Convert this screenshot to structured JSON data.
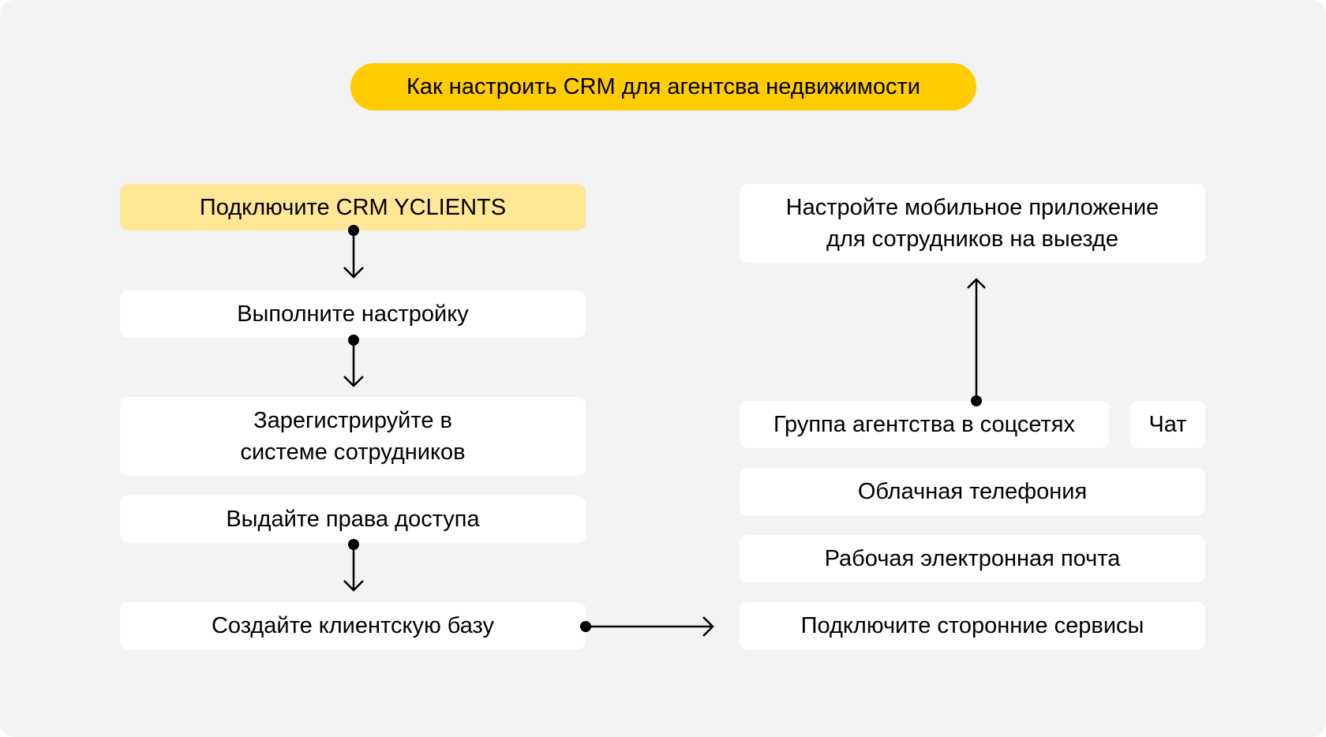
{
  "title": "Как настроить CRM для агентсва недвижимости",
  "colors": {
    "background": "#f3f3f3",
    "title_pill": "#ffcc00",
    "highlight_box": "#ffe795",
    "box": "#ffffff",
    "connector": "#000000"
  },
  "left_steps": [
    {
      "label": "Подключите CRM YCLIENTS",
      "highlighted": true
    },
    {
      "label": "Выполните настройку",
      "highlighted": false
    },
    {
      "label": "Зарегистрируйте в системе сотрудников",
      "highlighted": false
    },
    {
      "label": "Выдайте права доступа",
      "highlighted": false
    },
    {
      "label": "Создайте клиентскую базу",
      "highlighted": false
    }
  ],
  "right_items": {
    "mobile_app": "Настройте мобильное приложение для сотрудников на выезде",
    "social_group": "Группа агентства в соцсетях",
    "chat": "Чат",
    "cloud_telephony": "Облачная телефония",
    "work_email": "Рабочая электронная почта",
    "third_party": "Подключите сторонние сервисы"
  },
  "connections": [
    {
      "from": "Подключите CRM YCLIENTS",
      "to": "Выполните настройку",
      "direction": "down"
    },
    {
      "from": "Выполните настройку",
      "to": "Зарегистрируйте в системе сотрудников",
      "direction": "down"
    },
    {
      "from": "Выдайте права доступа",
      "to": "Создайте клиентскую базу",
      "direction": "down"
    },
    {
      "from": "Создайте клиентскую базу",
      "to": "Подключите сторонние сервисы",
      "direction": "right"
    },
    {
      "from": "Группа агентства в соцсетях",
      "to": "Настройте мобильное приложение для сотрудников на выезде",
      "direction": "up"
    }
  ]
}
